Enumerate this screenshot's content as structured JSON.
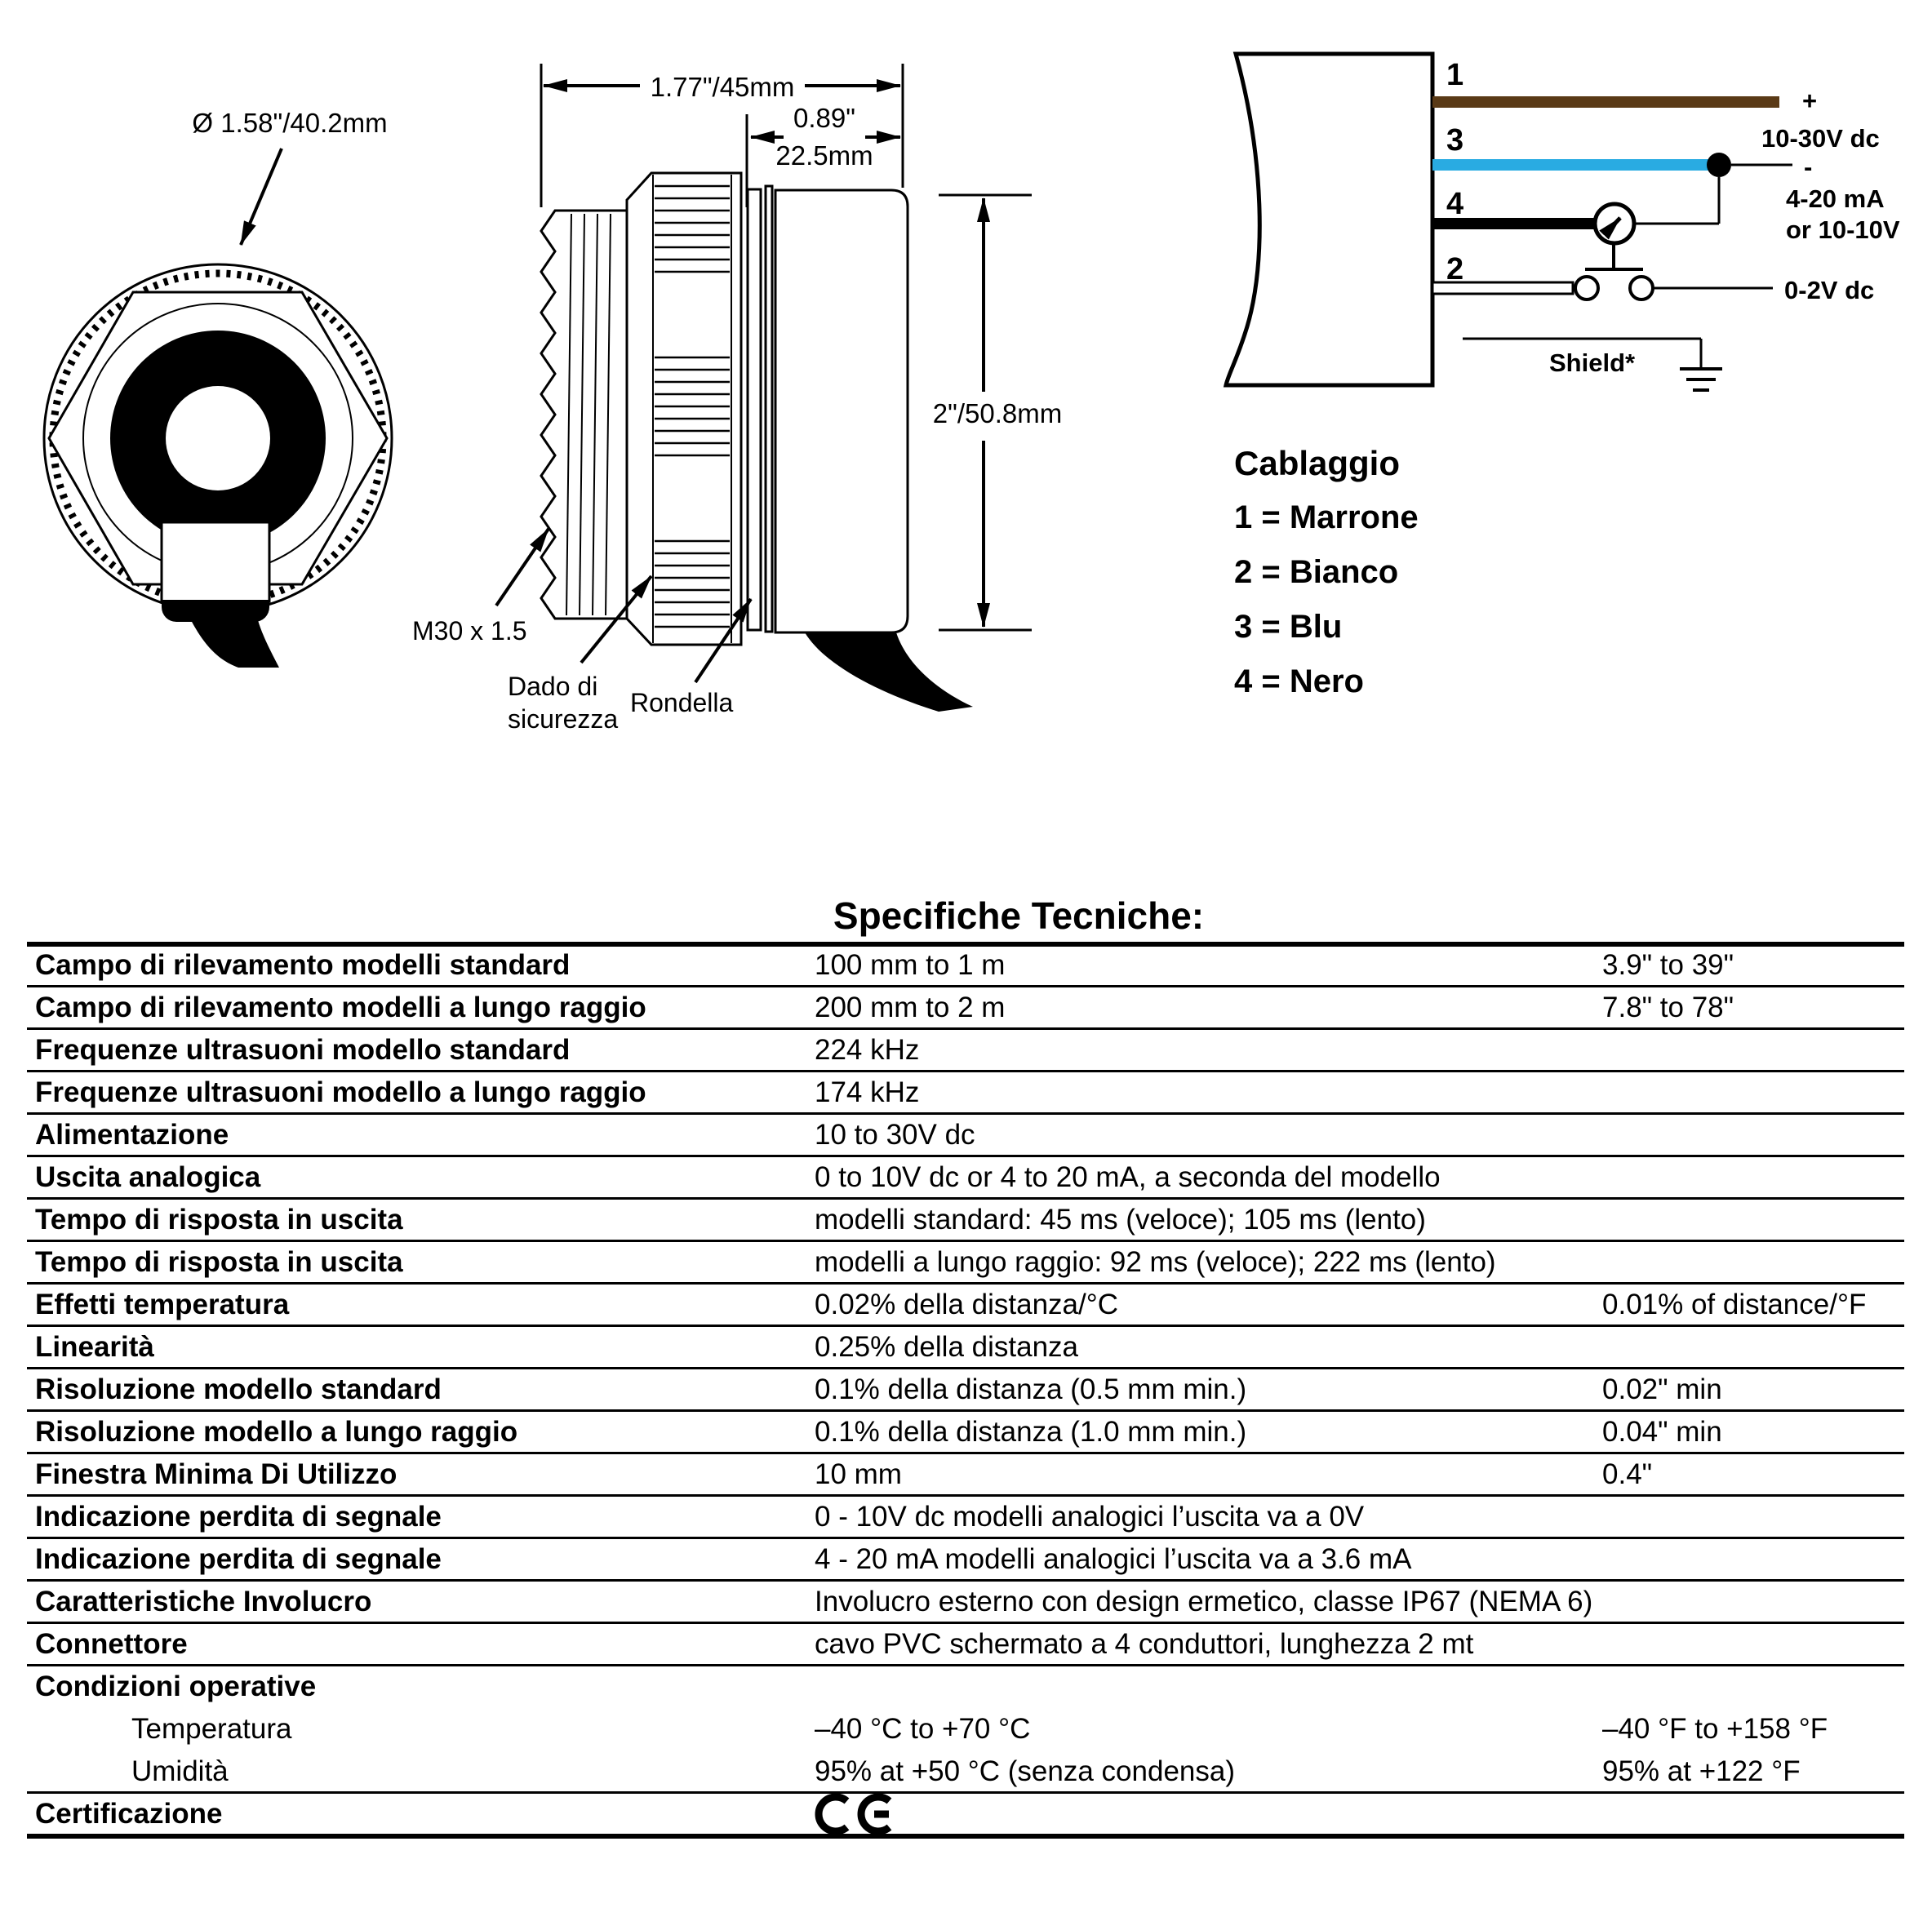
{
  "figures": {
    "front_view": {
      "diameter_label": "Ø 1.58\"/40.2mm"
    },
    "side_view": {
      "width_label": "1.77\"/45mm",
      "nut_width_line1": "0.89\"",
      "nut_width_line2": "22.5mm",
      "height_label": "2\"/50.8mm",
      "thread_label": "M30 x 1.5",
      "locknut_label_line1": "Dado di",
      "locknut_label_line2": "sicurezza",
      "washer_label": "Rondella"
    },
    "wiring": {
      "wire1_number": "1",
      "wire3_number": "3",
      "wire4_number": "4",
      "wire2_number": "2",
      "plus_label": "+",
      "supply_label": "10-30V dc",
      "minus_label": "-",
      "output_label_line1": "4-20 mA",
      "output_label_line2": "or 10-10V",
      "teach_label": "0-2V dc",
      "shield_label": "Shield*",
      "colors": {
        "brown": "#5a3a16",
        "blue": "#29abe2",
        "black": "#000000",
        "white": "#ffffff"
      }
    },
    "legend": {
      "title": "Cablaggio",
      "items": [
        "1 = Marrone",
        "2 = Bianco",
        "3 = Blu",
        "4 = Nero"
      ]
    }
  },
  "table": {
    "title": "Specifiche Tecniche:",
    "certification_mark": "CE",
    "rows": [
      {
        "label": "Campo di rilevamento modelli standard",
        "metric": "100 mm to 1 m",
        "imperial": "3.9\" to 39\""
      },
      {
        "label": "Campo di rilevamento modelli a lungo raggio",
        "metric": "200 mm to 2 m",
        "imperial": "7.8\" to 78\""
      },
      {
        "label": "Frequenze ultrasuoni modello standard",
        "metric": "224 kHz",
        "imperial": ""
      },
      {
        "label": "Frequenze ultrasuoni modello a lungo raggio",
        "metric": "174 kHz",
        "imperial": ""
      },
      {
        "label": "Alimentazione",
        "metric": "10 to 30V dc",
        "imperial": ""
      },
      {
        "label": "Uscita analogica",
        "metric": "0 to 10V dc or 4 to 20 mA, a seconda del modello",
        "imperial": ""
      },
      {
        "label": "Tempo di risposta in uscita",
        "metric": "modelli standard: 45 ms (veloce); 105 ms (lento)",
        "imperial": ""
      },
      {
        "label": "Tempo di risposta in uscita",
        "metric": "modelli a lungo raggio: 92 ms (veloce); 222 ms (lento)",
        "imperial": ""
      },
      {
        "label": "Effetti temperatura",
        "metric": "0.02% della distanza/°C",
        "imperial": "0.01% of distance/°F"
      },
      {
        "label": "Linearità",
        "metric": "0.25% della distanza",
        "imperial": ""
      },
      {
        "label": "Risoluzione modello standard",
        "metric": "0.1% della distanza (0.5 mm min.)",
        "imperial": "0.02\" min"
      },
      {
        "label": "Risoluzione modello a lungo raggio",
        "metric": "0.1% della distanza (1.0 mm min.)",
        "imperial": "0.04\" min"
      },
      {
        "label": "Finestra Minima Di Utilizzo",
        "metric": "10 mm",
        "imperial": "0.4\""
      },
      {
        "label": "Indicazione perdita di segnale",
        "metric": "0 - 10V dc modelli analogici l’uscita va a 0V",
        "imperial": ""
      },
      {
        "label": "Indicazione perdita di segnale",
        "metric": "4 - 20 mA modelli analogici l’uscita va a 3.6 mA",
        "imperial": ""
      },
      {
        "label": "Caratteristiche Involucro",
        "metric": "Involucro esterno con design ermetico, classe IP67 (NEMA 6)",
        "imperial": ""
      },
      {
        "label": "Connettore",
        "metric": "cavo PVC schermato a 4 conduttori, lunghezza 2 mt",
        "imperial": ""
      },
      {
        "label": "Condizioni operative",
        "metric": "",
        "imperial": ""
      },
      {
        "label": "Temperatura",
        "metric": "–40 °C to +70 °C",
        "imperial": "–40 °F to +158 °F"
      },
      {
        "label": "Umidità",
        "metric": "95% at +50 °C (senza condensa)",
        "imperial": "95% at +122 °F"
      },
      {
        "label": "Certificazione",
        "metric": "",
        "imperial": ""
      }
    ]
  }
}
